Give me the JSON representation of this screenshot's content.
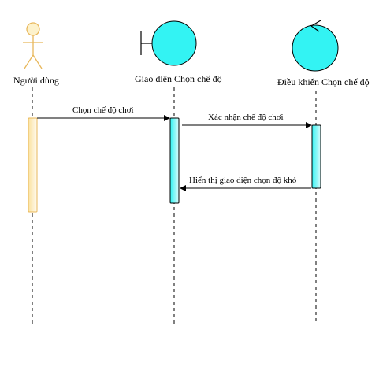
{
  "participants": [
    {
      "id": "actor",
      "kind": "actor",
      "label": "Người dùng"
    },
    {
      "id": "boundary",
      "kind": "boundary",
      "label": "Giao diện Chọn chế độ"
    },
    {
      "id": "control",
      "kind": "control",
      "label": "Điều  khiển Chọn chế độ"
    }
  ],
  "messages": [
    {
      "from": "actor",
      "to": "boundary",
      "label": "Chọn chế độ chơi"
    },
    {
      "from": "boundary",
      "to": "control",
      "label": "Xác nhận chế độ chơi"
    },
    {
      "from": "control",
      "to": "boundary",
      "label": "Hiển thị giao diện chọn độ khó"
    }
  ],
  "colors": {
    "actor_stroke": "#e8b75a",
    "actor_activation_fill": "#fdf2cc",
    "object_fill": "#33f3f3",
    "activation_fill": "#9df5f5",
    "line": "#000000"
  }
}
